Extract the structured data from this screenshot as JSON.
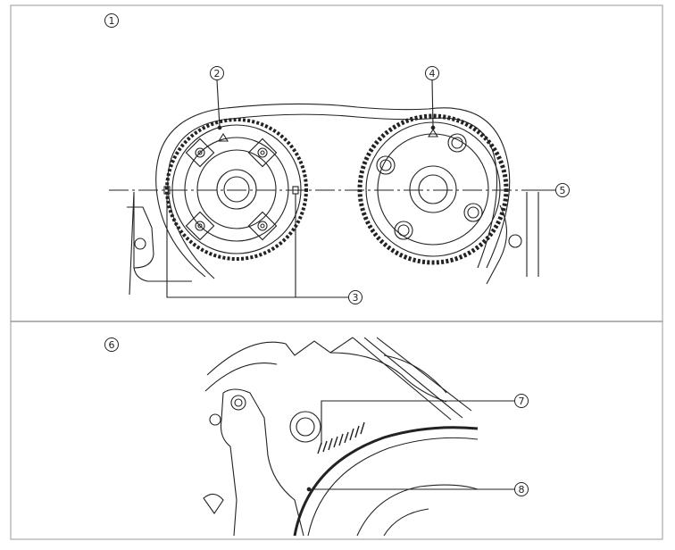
{
  "callouts": {
    "c1": "1",
    "c2": "2",
    "c3": "3",
    "c4": "4",
    "c5": "5",
    "c6": "6",
    "c7": "7",
    "c8": "8"
  },
  "colors": {
    "line": "#222222",
    "border": "#9a9a9a",
    "background": "#ffffff"
  }
}
